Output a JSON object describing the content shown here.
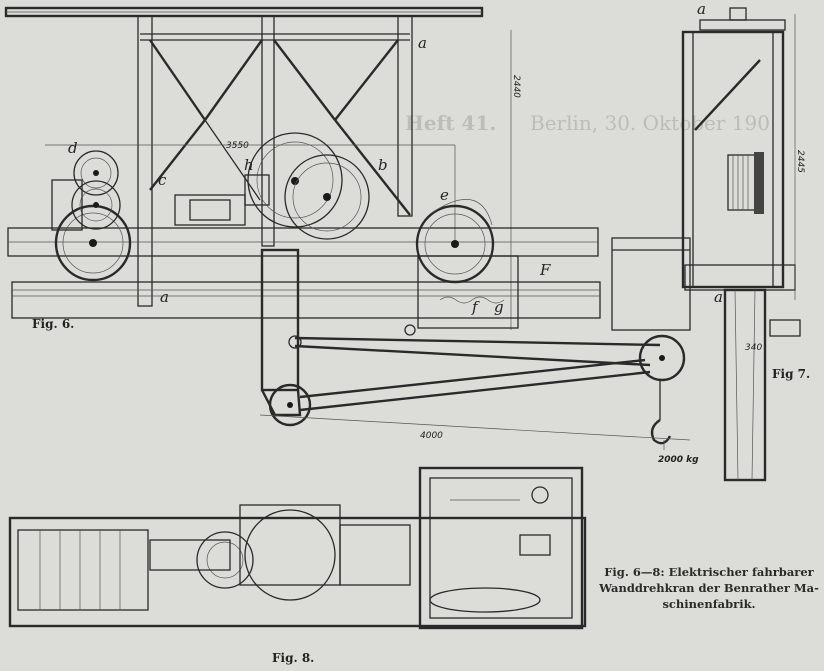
{
  "figures": {
    "fig6": {
      "label": "Fig. 6.",
      "dim_width": "3550",
      "dim_height": "2440",
      "dim_jib": "4000",
      "load": "2000 kg",
      "letters": {
        "a_top": "a",
        "a_bottom": "a",
        "b": "b",
        "c": "c",
        "d": "d",
        "e": "e",
        "f": "f",
        "g": "g",
        "h": "h",
        "F": "F"
      }
    },
    "fig7": {
      "label": "Fig  7.",
      "dim_height": "2445",
      "dim_offset": "340",
      "letters": {
        "a_top": "a",
        "a_bottom": "a"
      }
    },
    "fig8": {
      "label": "Fig. 8."
    }
  },
  "caption": {
    "line1": "Fig. 6—8: Elektrischer fahrbarer",
    "line2": "Wanddrehkran der Benrather Ma-",
    "line3": "schinenfabrik."
  },
  "bleed_through": {
    "header": "Berlin, 30. Oktober 190",
    "issue": "Heft 41."
  }
}
